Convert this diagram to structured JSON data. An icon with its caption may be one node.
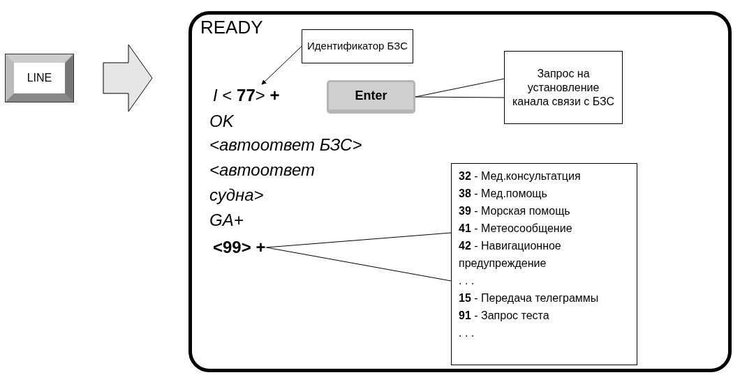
{
  "diagram": {
    "nodes": [
      {
        "text": [
          "LINE"
        ]
      },
      {
        "text": [
          "READY"
        ]
      },
      {
        "text": [
          "Идентификатор БЗС"
        ],
        "in": 1
      },
      {
        "text": [
          "*I* < **77**> **+**"
        ],
        "in": 1
      },
      {
        "text": [
          "Enter"
        ],
        "in": 1
      },
      {
        "text": [
          "Запрос на установление канала связи с БЗС"
        ],
        "in": 1
      },
      {
        "text": [
          "<99> +"
        ],
        "in": 1
      },
      {
        "text": [
          "**32** - Мед.консультатция",
          "**38** - Мед.помощь",
          "**39** - Морская помощь",
          "**41** - Метеосообщение",
          "**42** - Навигационное предупреждение",
          ". . .",
          "**15** - Передача телеграммы",
          "**91** - Запрос теста",
          ". . ."
        ],
        "in": 1
      }
    ],
    "edges": [
      {
        "from": 0,
        "to": 1,
        "arrow": "to"
      },
      {
        "from": 2,
        "to": 3,
        "arrow": "to"
      },
      {
        "from": 5,
        "to": 4,
        "arrow": "none"
      },
      {
        "from": 7,
        "to": 6,
        "arrow": "none"
      }
    ],
    "labels": [
      "OK",
      "<автоответ БЗС>",
      "<автоответ судна>",
      "GA+"
    ]
  }
}
